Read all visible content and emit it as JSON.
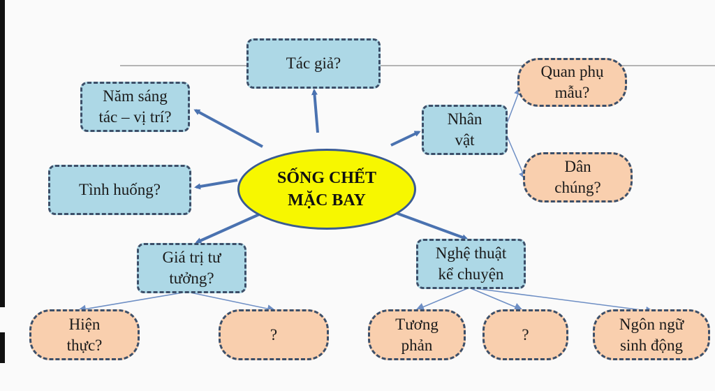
{
  "center": {
    "label": "SỐNG CHẾT\nMẶC BAY"
  },
  "nodes": {
    "author": "Tác giả?",
    "year": "Năm sáng\ntác – vị trí?",
    "situation": "Tình huống?",
    "ideology": "Giá trị tư\ntưởng?",
    "character": "Nhân\nvật",
    "narrative": "Nghệ thuật\nkể chuyện",
    "official": "Quan phụ\nmẫu?",
    "people": "Dân\nchúng?",
    "realism": "Hiện\nthực?",
    "unknown1": "?",
    "contrast": "Tương\nphản",
    "unknown2": "?",
    "language": "Ngôn ngữ\nsinh động"
  },
  "colors": {
    "arrow": "#4a72b0",
    "thin_arrow": "#6d8ec4",
    "blue_box": "#add8e6",
    "peach_box": "#f9cfae",
    "center_fill": "#f7f700",
    "border": "#3c4f69"
  }
}
